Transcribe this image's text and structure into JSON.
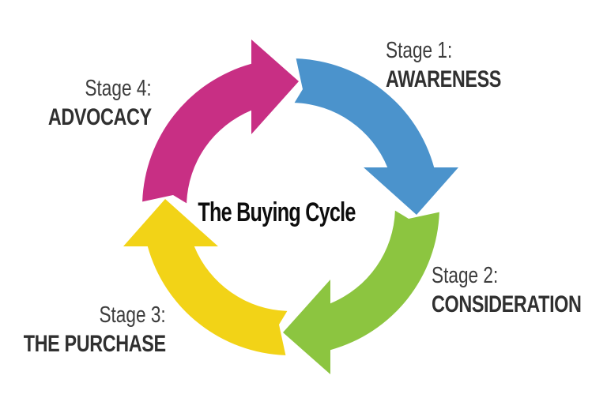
{
  "title": "The Buying Cycle",
  "theme": {
    "background": "#ffffff",
    "text_gray": "#3d3d3d",
    "text_dark": "#303030",
    "title_color": "#0d0d0d"
  },
  "stages": [
    {
      "prefix": "Stage 1:",
      "name": "AWARENESS",
      "color": "#4b93cc",
      "position": "top-right"
    },
    {
      "prefix": "Stage 2:",
      "name": "CONSIDERATION",
      "color": "#8cc540",
      "position": "bottom-right"
    },
    {
      "prefix": "Stage 3:",
      "name": "THE PURCHASE",
      "color": "#f2d317",
      "position": "bottom-left"
    },
    {
      "prefix": "Stage 4:",
      "name": "ADVOCACY",
      "color": "#c82f84",
      "position": "top-left"
    }
  ]
}
